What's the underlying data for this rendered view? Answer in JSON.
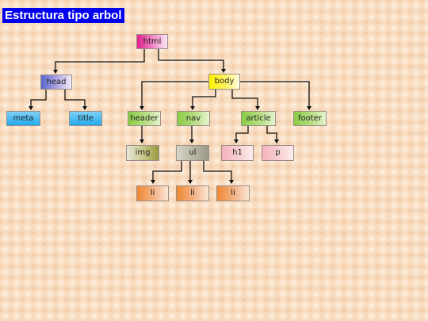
{
  "title": "Estructura tipo arbol",
  "nodes": {
    "html": "html",
    "head": "head",
    "body": "body",
    "meta": "meta",
    "title_tag": "title",
    "header": "header",
    "nav": "nav",
    "article": "article",
    "footer": "footer",
    "img": "img",
    "ul": "ul",
    "h1": "h1",
    "p": "p",
    "li1": "li",
    "li2": "li",
    "li3": "li"
  },
  "colors": {
    "title_bg": "#0000ee",
    "html": "#e0208c",
    "head": "#5866cc",
    "body": "#ffee00",
    "leaf_blue": "#22aaee",
    "green": "#88cc44",
    "olive": "#9a9a40",
    "ul": "#9a9a88",
    "pink": "#f0a8b0",
    "orange": "#ee8833",
    "edge": "#000000"
  }
}
